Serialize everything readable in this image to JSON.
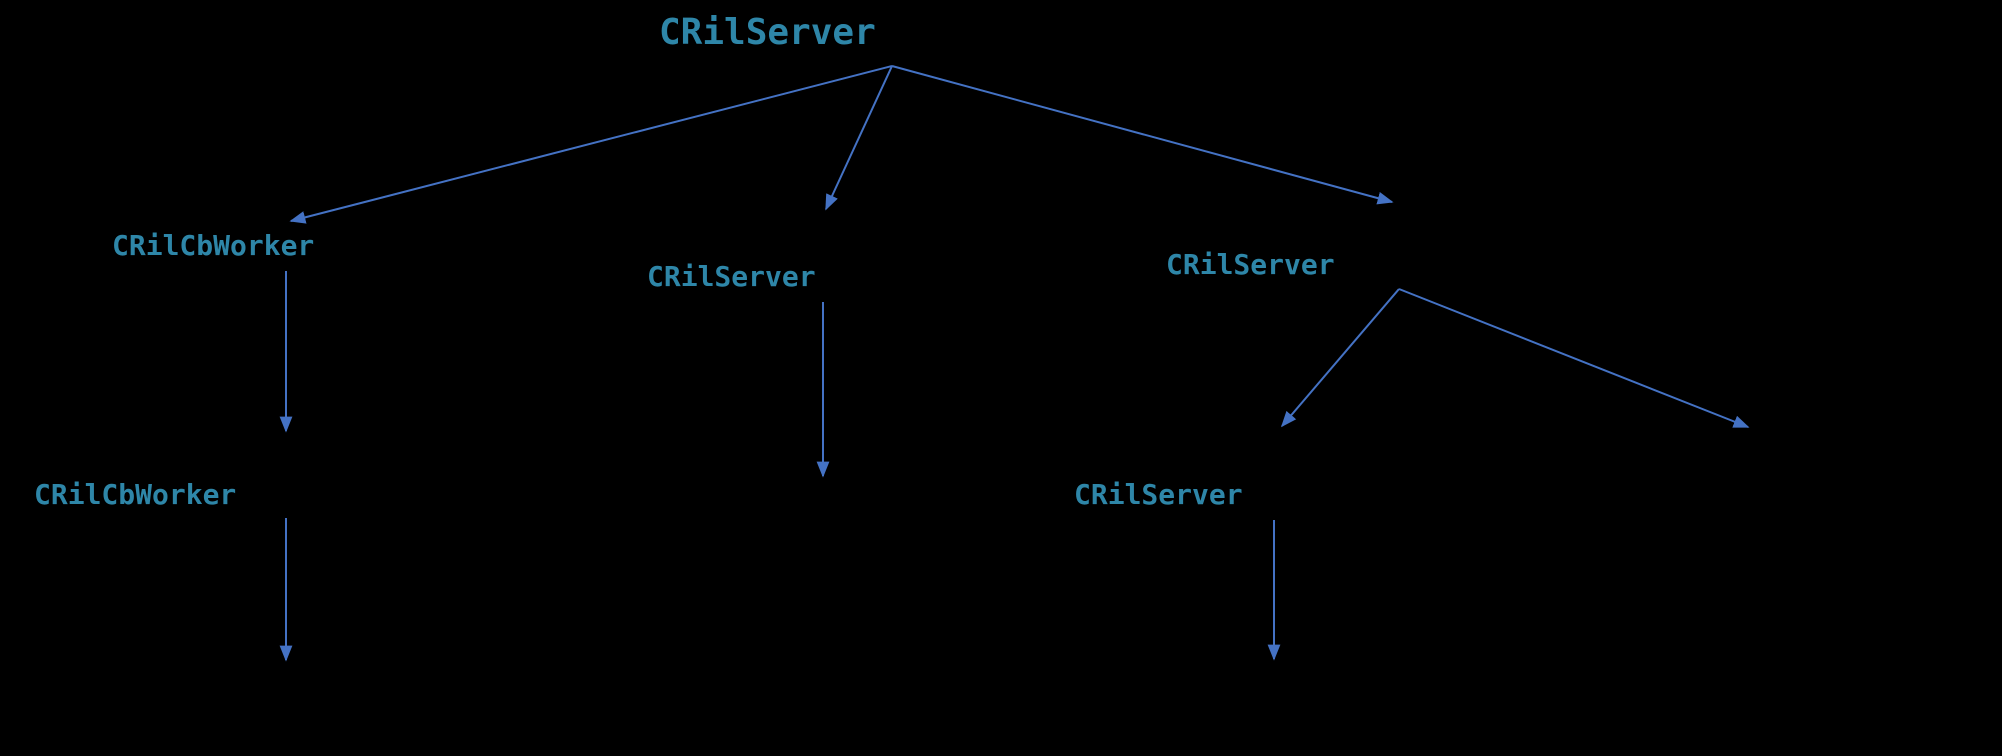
{
  "diagram": {
    "type": "tree",
    "colors": {
      "background": "#000000",
      "node_text": "#2E86A8",
      "arrow": "#4472C4"
    },
    "nodes": {
      "root": {
        "label": "CRilServer"
      },
      "level1_left": {
        "label": "CRilCbWorker"
      },
      "level1_middle": {
        "label": "CRilServer"
      },
      "level1_right": {
        "label": "CRilServer"
      },
      "level2_left": {
        "label": "CRilCbWorker"
      },
      "level2_right": {
        "label": "CRilServer"
      }
    },
    "edges": [
      {
        "from": "root",
        "to": "level1_left"
      },
      {
        "from": "root",
        "to": "level1_middle"
      },
      {
        "from": "root",
        "to": "level1_right"
      },
      {
        "from": "level1_left",
        "to": "level2_left"
      },
      {
        "from": "level1_middle",
        "to": null
      },
      {
        "from": "level1_right",
        "to": "level2_right"
      },
      {
        "from": "level1_right",
        "to": null
      },
      {
        "from": "level2_left",
        "to": null
      },
      {
        "from": "level2_right",
        "to": null
      }
    ]
  }
}
